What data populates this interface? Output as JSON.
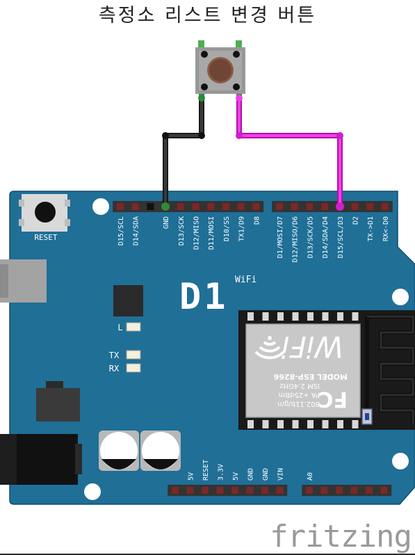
{
  "title": "측정소 리스트 변경 버튼",
  "board": {
    "brand": "D1",
    "brand_sub": "WiFi",
    "reset_label": "RESET",
    "led_labels": [
      "L",
      "TX",
      "RX"
    ],
    "top_left_pins": [
      "D15/SCL",
      "D14/SDA",
      "",
      "GND",
      "D13/SCK",
      "D12/MISO",
      "D11/MOSI",
      "D10/SS",
      "TX1/D9",
      "D8"
    ],
    "top_right_pins": [
      "D1/MOSI/D7",
      "D12/MISO/D6",
      "D13/SCK/D5",
      "D14/SDA/D4",
      "D15/SCL/D3",
      "D2",
      "TX->D1",
      "RX<-D0"
    ],
    "bottom_left_pins": [
      "",
      "5V",
      "RESET",
      "3.3V",
      "5V",
      "GND",
      "GND",
      "VIN"
    ],
    "bottom_right_pins": [
      "A0",
      "",
      "",
      "",
      "",
      ""
    ]
  },
  "module": {
    "line1": "MODEL  ESP-8266",
    "line2": "ISM 2.4GHz",
    "line3": "PA +25dBm",
    "line4": "802.11b/g/n",
    "wifi_text": "WiFi",
    "fcc": "FC"
  },
  "watermark": "fritzing",
  "colors": {
    "board": "#1f6f97",
    "board_edge": "#0f4f70",
    "wire_gnd": "#2a2a2a",
    "wire_signal": "#e020d8",
    "module_shield": "#c8c8c8",
    "module_pcb": "#1a1a1a",
    "header": "#333333",
    "pin": "#7a2828",
    "button_cap": "#8a5a44",
    "button_body": "#9a9a9a"
  }
}
